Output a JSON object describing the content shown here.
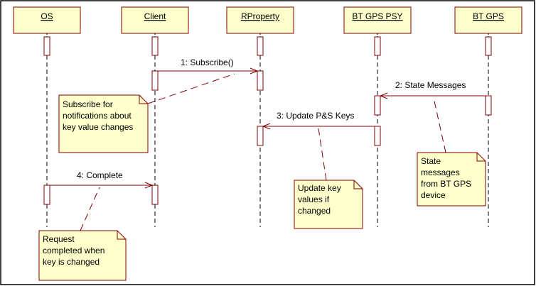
{
  "colors": {
    "fill": "#ffffcc",
    "line": "#800000",
    "dash": "#000000"
  },
  "participants": [
    {
      "id": "os",
      "label": "OS"
    },
    {
      "id": "client",
      "label": "Client"
    },
    {
      "id": "rproperty",
      "label": "RProperty"
    },
    {
      "id": "bt_gps_psy",
      "label": "BT GPS PSY"
    },
    {
      "id": "bt_gps",
      "label": "BT GPS"
    }
  ],
  "messages": [
    {
      "label": "1: Subscribe()"
    },
    {
      "label": "2: State Messages"
    },
    {
      "label": "3: Update P&S Keys"
    },
    {
      "label": "4: Complete"
    }
  ],
  "notes": [
    {
      "lines": [
        "Subscribe for",
        "notifications about",
        "key value changes"
      ]
    },
    {
      "lines": [
        "State",
        "messages",
        "from BT GPS",
        "device"
      ]
    },
    {
      "lines": [
        "Update key",
        "values if",
        "changed"
      ]
    },
    {
      "lines": [
        "Request",
        "completed when",
        "key is changed"
      ]
    }
  ]
}
